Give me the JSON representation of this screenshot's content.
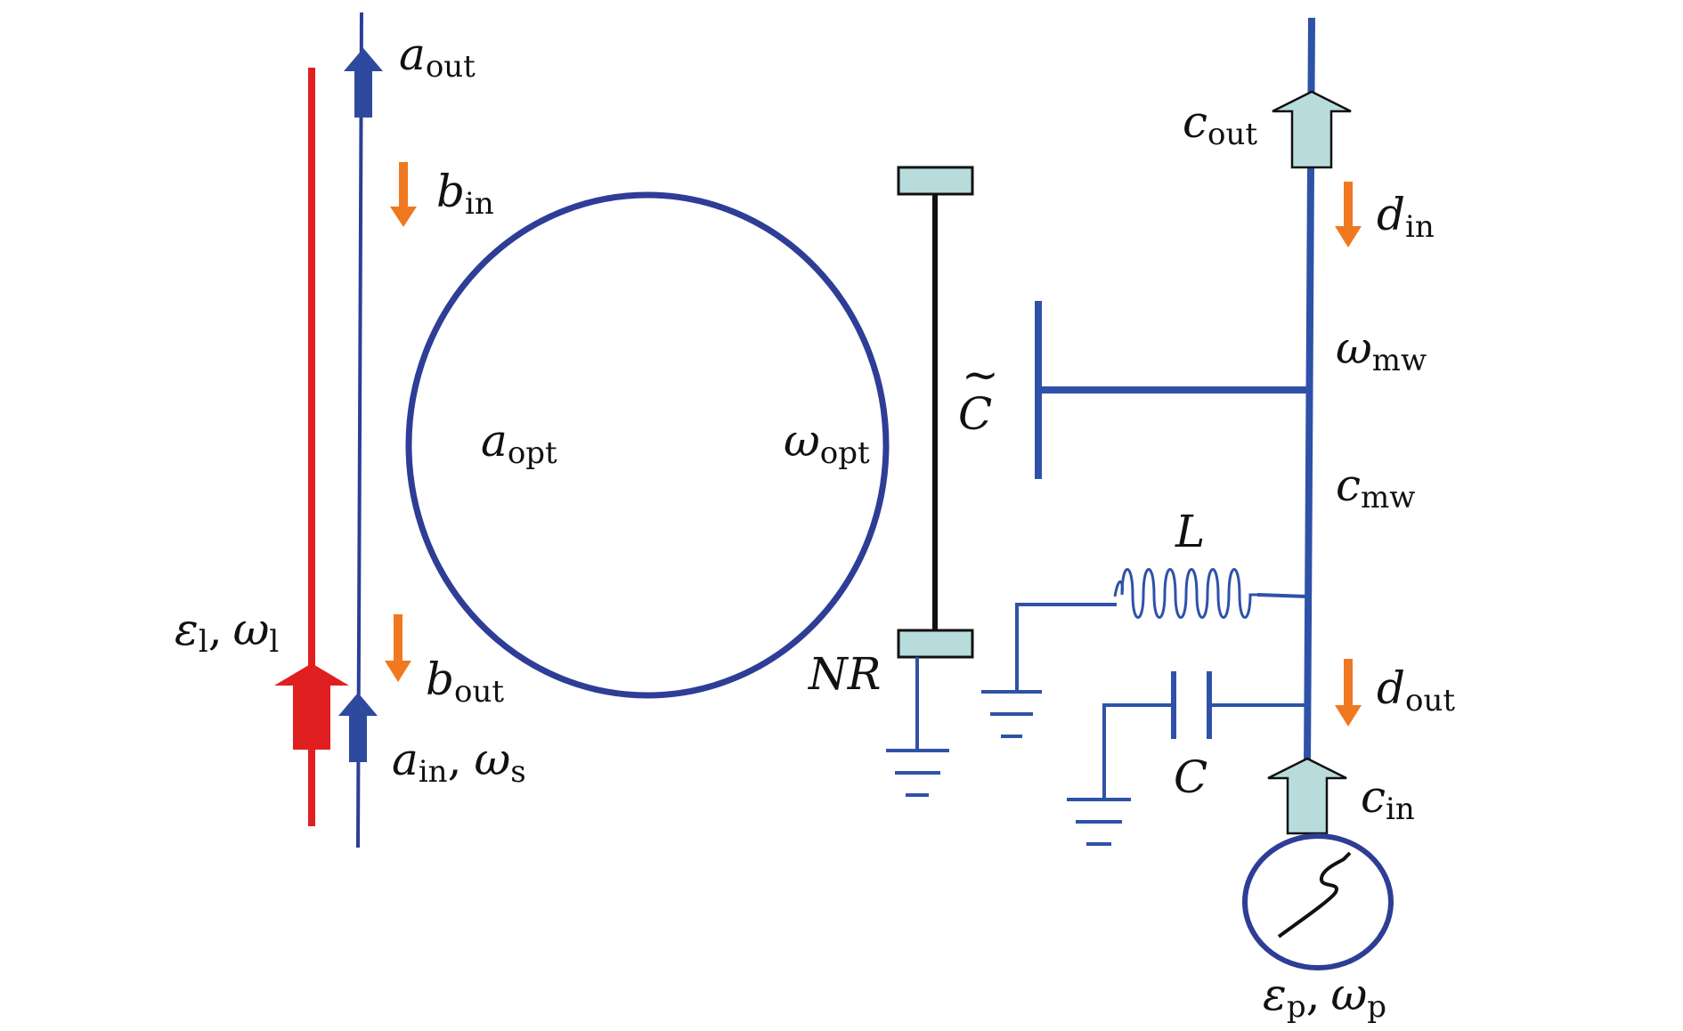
{
  "colors": {
    "waveguide": "#2e3d96",
    "pump": "#e02020",
    "field_arrow": "#2e4a9e",
    "noise_arrow": "#f07820",
    "port_fill": "#b8dcdc",
    "beam": "#111111",
    "circuit": "#2e52a8"
  },
  "labels": {
    "a_out": {
      "main": "a",
      "sub": "out"
    },
    "b_in": {
      "main": "b",
      "sub": "in"
    },
    "b_out": {
      "main": "b",
      "sub": "out"
    },
    "a_in": {
      "main": "a",
      "sub": "in",
      "rest_main": "ω",
      "rest_sub": "s"
    },
    "eps_l": {
      "main": "ε",
      "sub": "l",
      "rest_main": "ω",
      "rest_sub": "l"
    },
    "a_opt": {
      "main": "a",
      "sub": "opt"
    },
    "omega_opt": {
      "main": "ω",
      "sub": "opt"
    },
    "c_tilde": {
      "main": "C",
      "tilde": "~"
    },
    "nr": {
      "main": "NR"
    },
    "c_out": {
      "main": "c",
      "sub": "out"
    },
    "d_in": {
      "main": "d",
      "sub": "in"
    },
    "omega_mw": {
      "main": "ω",
      "sub": "mw"
    },
    "c_mw": {
      "main": "c",
      "sub": "mw"
    },
    "inductor": {
      "main": "L"
    },
    "capacitor": {
      "main": "C"
    },
    "d_out": {
      "main": "d",
      "sub": "out"
    },
    "c_in": {
      "main": "c",
      "sub": "in"
    },
    "eps_p": {
      "main": "ε",
      "sub": "p",
      "rest_main": "ω",
      "rest_sub": "p"
    },
    "comma": ","
  }
}
